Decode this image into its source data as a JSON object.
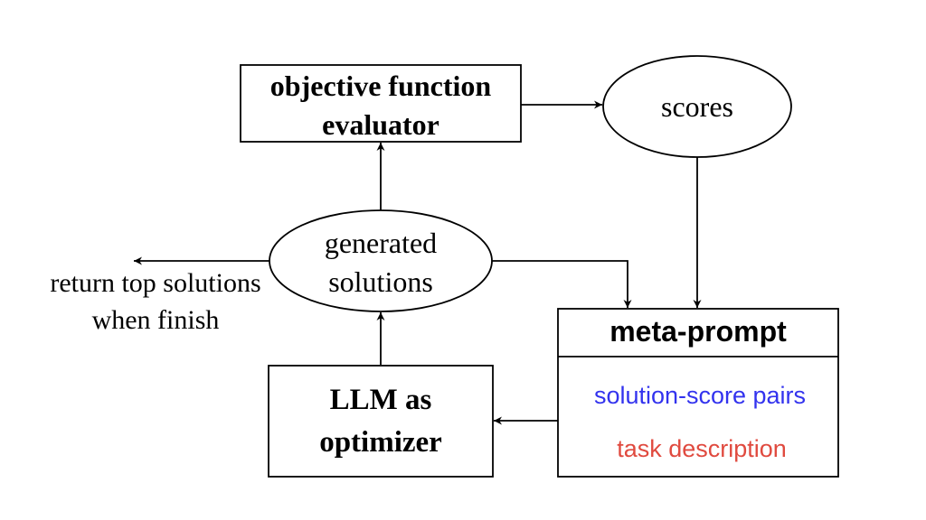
{
  "nodes": {
    "evaluator": {
      "line1": "objective function",
      "line2": "evaluator"
    },
    "scores": {
      "label": "scores"
    },
    "generated": {
      "line1": "generated",
      "line2": "solutions"
    },
    "return_text": {
      "line1": "return top solutions",
      "line2": "when finish"
    },
    "llm": {
      "line1": "LLM as",
      "line2": "optimizer"
    },
    "meta_prompt": {
      "title": "meta-prompt",
      "item1": "solution-score pairs",
      "item2": "task description"
    }
  },
  "colors": {
    "solution_score_pairs": "#3333ee",
    "task_description": "#e04a3f"
  }
}
